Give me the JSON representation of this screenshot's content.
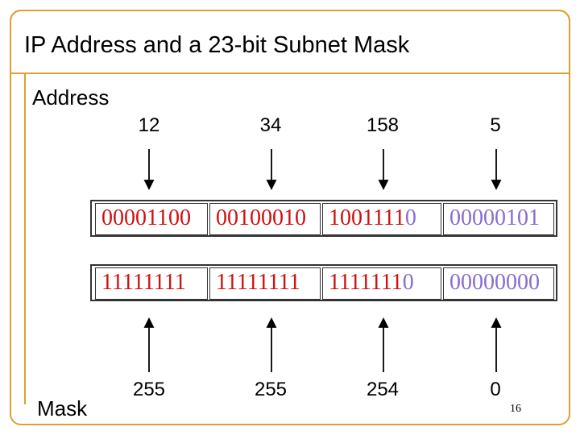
{
  "title": "IP Address and a 23-bit Subnet Mask",
  "address_label": "Address",
  "mask_label": "Mask",
  "address_octets": [
    "12",
    "34",
    "158",
    "5"
  ],
  "mask_octets": [
    "255",
    "255",
    "254",
    "0"
  ],
  "address_bits": {
    "o1": "00001100",
    "o2": "00100010",
    "o3_net": "1001111",
    "o3_host": "0",
    "o4": "00000101"
  },
  "mask_bits": {
    "o1": "11111111",
    "o2": "11111111",
    "o3_net": "1111111",
    "o3_host": "0",
    "o4": "00000000"
  },
  "page_number": "16",
  "colors": {
    "accent": "#e0a030",
    "network": "#d01010",
    "host": "#8a6ccf"
  }
}
